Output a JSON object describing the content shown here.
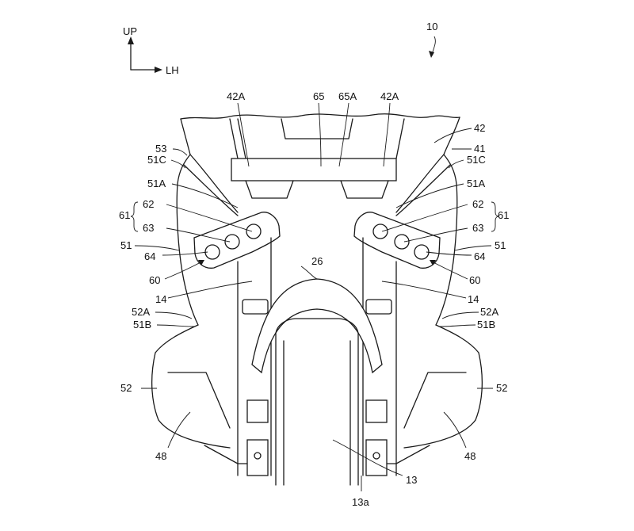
{
  "figure_number": "10",
  "orientation": {
    "up": "UP",
    "left_hand": "LH"
  },
  "labels": {
    "l42A_left": "42A",
    "l65": "65",
    "l65A": "65A",
    "l42A_right": "42A",
    "l42": "42",
    "l41": "41",
    "l53": "53",
    "l51C_left": "51C",
    "l51C_right": "51C",
    "l51A_left": "51A",
    "l51A_right": "51A",
    "l61_left": "61",
    "l61_right": "61",
    "l62_left": "62",
    "l62_right": "62",
    "l63_left": "63",
    "l63_right": "63",
    "l51_left": "51",
    "l51_right": "51",
    "l64_left": "64",
    "l64_right": "64",
    "l26": "26",
    "l60_left": "60",
    "l60_right": "60",
    "l14_left": "14",
    "l14_right": "14",
    "l52A_left": "52A",
    "l52A_right": "52A",
    "l51B_left": "51B",
    "l51B_right": "51B",
    "l52_left": "52",
    "l52_right": "52",
    "l48_left": "48",
    "l48_right": "48",
    "l13": "13",
    "l13a": "13a"
  }
}
